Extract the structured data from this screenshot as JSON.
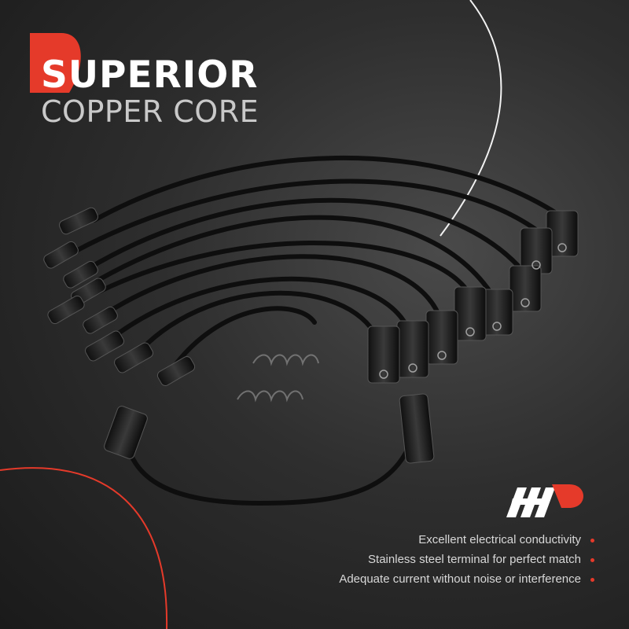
{
  "headline": {
    "main": "SUPERIOR",
    "sub": "COPPER CORE"
  },
  "brand": {
    "accent_color": "#e53a2a",
    "logo_name": "brand-logo-icon"
  },
  "features": [
    "Excellent electrical conductivity",
    "Stainless steel terminal for perfect match",
    "Adequate current without noise or interference"
  ]
}
